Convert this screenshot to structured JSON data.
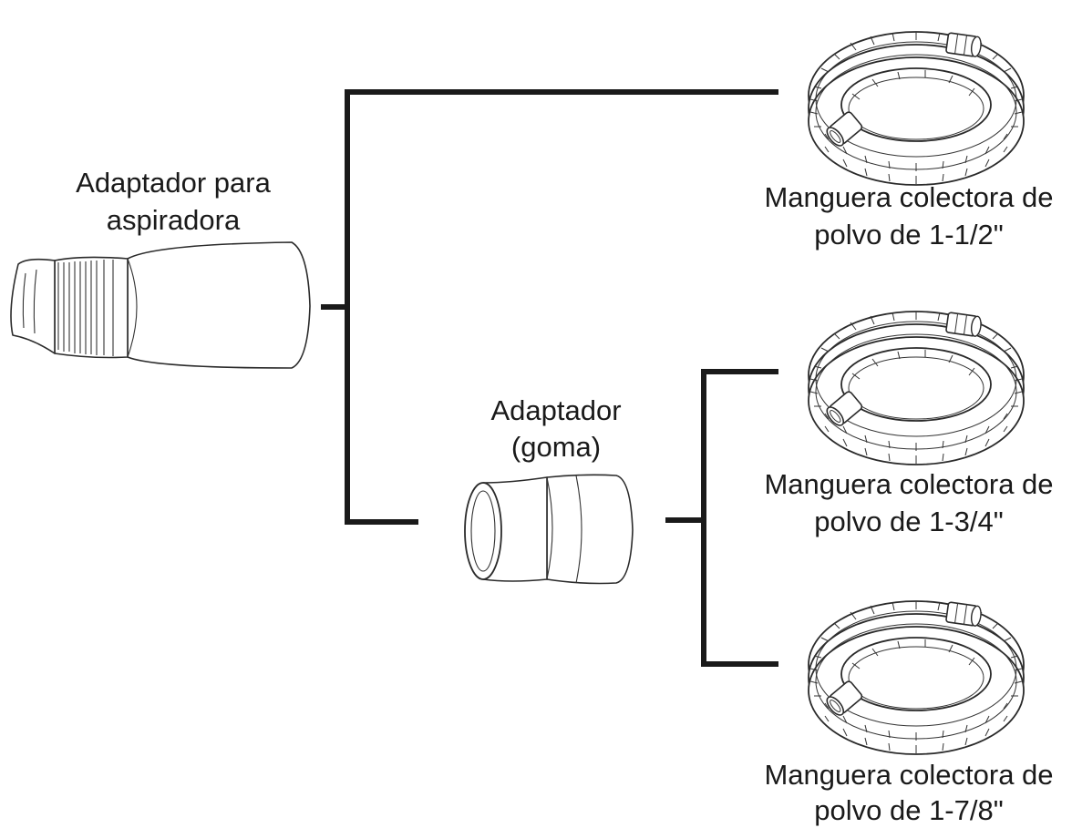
{
  "components": {
    "vacuum_adapter": {
      "label_line1": "Adaptador para",
      "label_line2": "aspiradora"
    },
    "rubber_adapter": {
      "label_line1": "Adaptador",
      "label_line2": "(goma)"
    },
    "hoses": [
      {
        "label_line1": "Manguera colectora de",
        "label_line2": "polvo de 1-1/2\""
      },
      {
        "label_line1": "Manguera colectora de",
        "label_line2": "polvo de 1-3/4\""
      },
      {
        "label_line1": "Manguera colectora de",
        "label_line2": "polvo de 1-7/8\""
      }
    ]
  }
}
